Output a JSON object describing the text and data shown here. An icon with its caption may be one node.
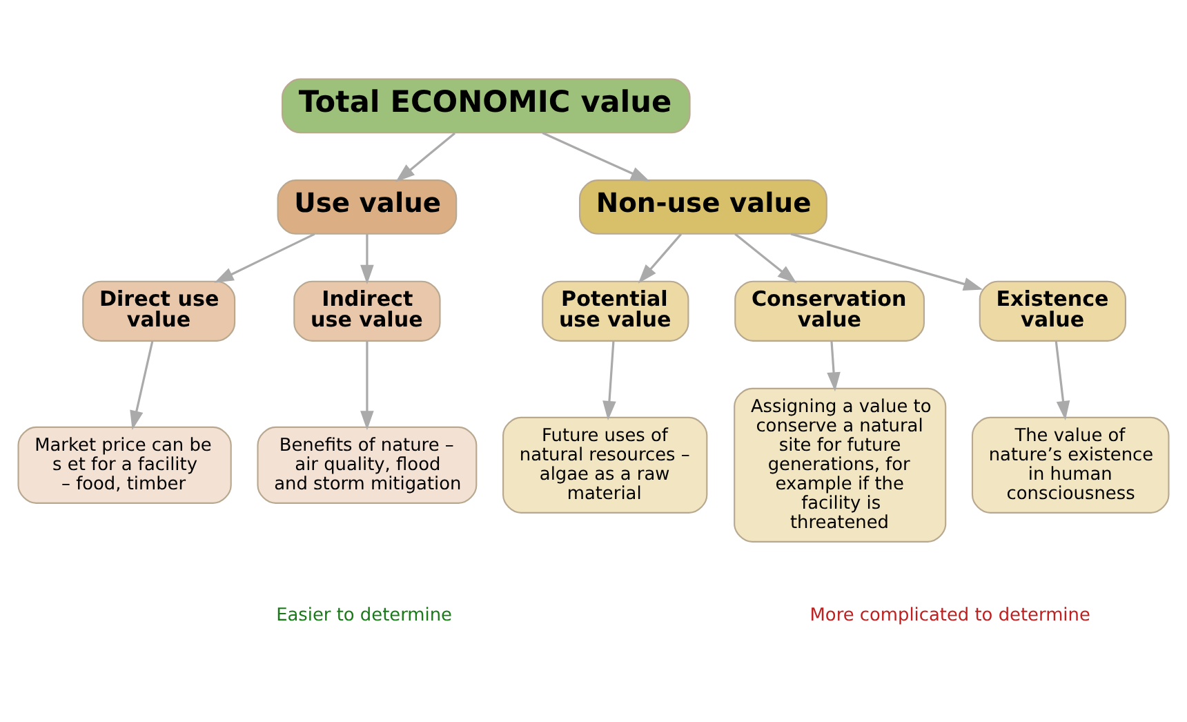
{
  "diagram": {
    "nodes": [
      {
        "text": [
          "Total ECONOMIC value"
        ]
      },
      {
        "text": [
          "Use value"
        ]
      },
      {
        "text": [
          "Non-use value"
        ]
      },
      {
        "text": [
          "Direct use value"
        ]
      },
      {
        "text": [
          "Indirect use value"
        ]
      },
      {
        "text": [
          "Potential use value"
        ]
      },
      {
        "text": [
          "Conservation value"
        ]
      },
      {
        "text": [
          "Existence value"
        ]
      },
      {
        "text": [
          "Market price can be s et for a facility – food, timber"
        ]
      },
      {
        "text": [
          "Benefits of nature – air quality, flood and storm mitigation"
        ]
      },
      {
        "text": [
          "Future uses of natural resources – algae as a raw material"
        ]
      },
      {
        "text": [
          "Assigning a value to conserve a natural site for future generations, for example if the facility is threatened"
        ]
      },
      {
        "text": [
          "The value of nature’s existence in human consciousness"
        ]
      }
    ],
    "edges": [
      {
        "from": 0,
        "to": 1,
        "arrow": "to"
      },
      {
        "from": 0,
        "to": 2,
        "arrow": "to"
      },
      {
        "from": 1,
        "to": 3,
        "arrow": "to"
      },
      {
        "from": 1,
        "to": 4,
        "arrow": "to"
      },
      {
        "from": 2,
        "to": 5,
        "arrow": "to"
      },
      {
        "from": 2,
        "to": 6,
        "arrow": "to"
      },
      {
        "from": 2,
        "to": 7,
        "arrow": "to"
      },
      {
        "from": 3,
        "to": 8,
        "arrow": "to"
      },
      {
        "from": 4,
        "to": 9,
        "arrow": "to"
      },
      {
        "from": 5,
        "to": 10,
        "arrow": "to"
      },
      {
        "from": 6,
        "to": 11,
        "arrow": "to"
      },
      {
        "from": 7,
        "to": 12,
        "arrow": "to"
      }
    ],
    "labels": [
      "Easier to determine",
      "More complicated to determine"
    ]
  }
}
